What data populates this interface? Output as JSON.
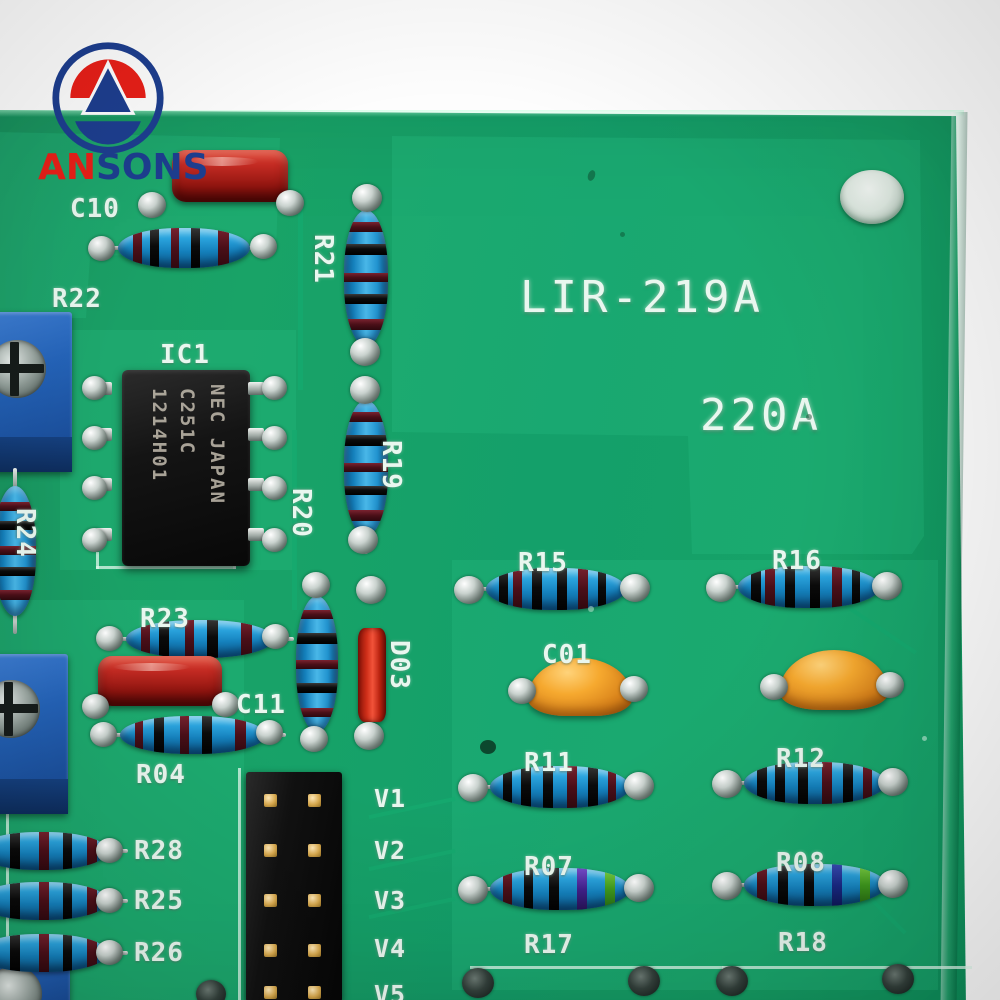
{
  "scene": {
    "subject": "printed circuit board close-up photograph",
    "background_color": "#ffffff",
    "pcb_color": "#16a067",
    "silkscreen_color": "#e9f7ef"
  },
  "watermark": {
    "logo_name": "ansons-logo",
    "brand_part_1": "AN",
    "brand_part_2": "SONS",
    "brand_color_1": "#e81f18",
    "brand_color_2": "#1d3e8f"
  },
  "board": {
    "part_number": "LIR-219A",
    "revision_code": "220A"
  },
  "ic": {
    "ref": "IC1",
    "line1": "NEC JAPAN",
    "line2": "C251C",
    "line3": "1214H01"
  },
  "refdes": {
    "c10": "C10",
    "r22": "R22",
    "r24": "R24",
    "r21": "R21",
    "r19": "R19",
    "r20": "R20",
    "r23": "R23",
    "c11": "C11",
    "r04": "R04",
    "r28": "R28",
    "r25": "R25",
    "r26": "R26",
    "d03": "D03",
    "r15": "R15",
    "r16": "R16",
    "c01": "C01",
    "r11": "R11",
    "r12": "R12",
    "r07": "R07",
    "r08": "R08",
    "r17": "R17",
    "r18": "R18"
  },
  "pin_labels": {
    "v1": "V1",
    "v2": "V2",
    "v3": "V3",
    "v4": "V4",
    "v5": "V5"
  },
  "components": {
    "resistor_color": "#1581bd",
    "red_capacitor_color": "#c22a22",
    "orange_capacitor_color": "#f6a92f",
    "trimmer_color": "#2463b8",
    "ic_color": "#0c0c0c",
    "header_pin_color": "#d8a94e"
  }
}
